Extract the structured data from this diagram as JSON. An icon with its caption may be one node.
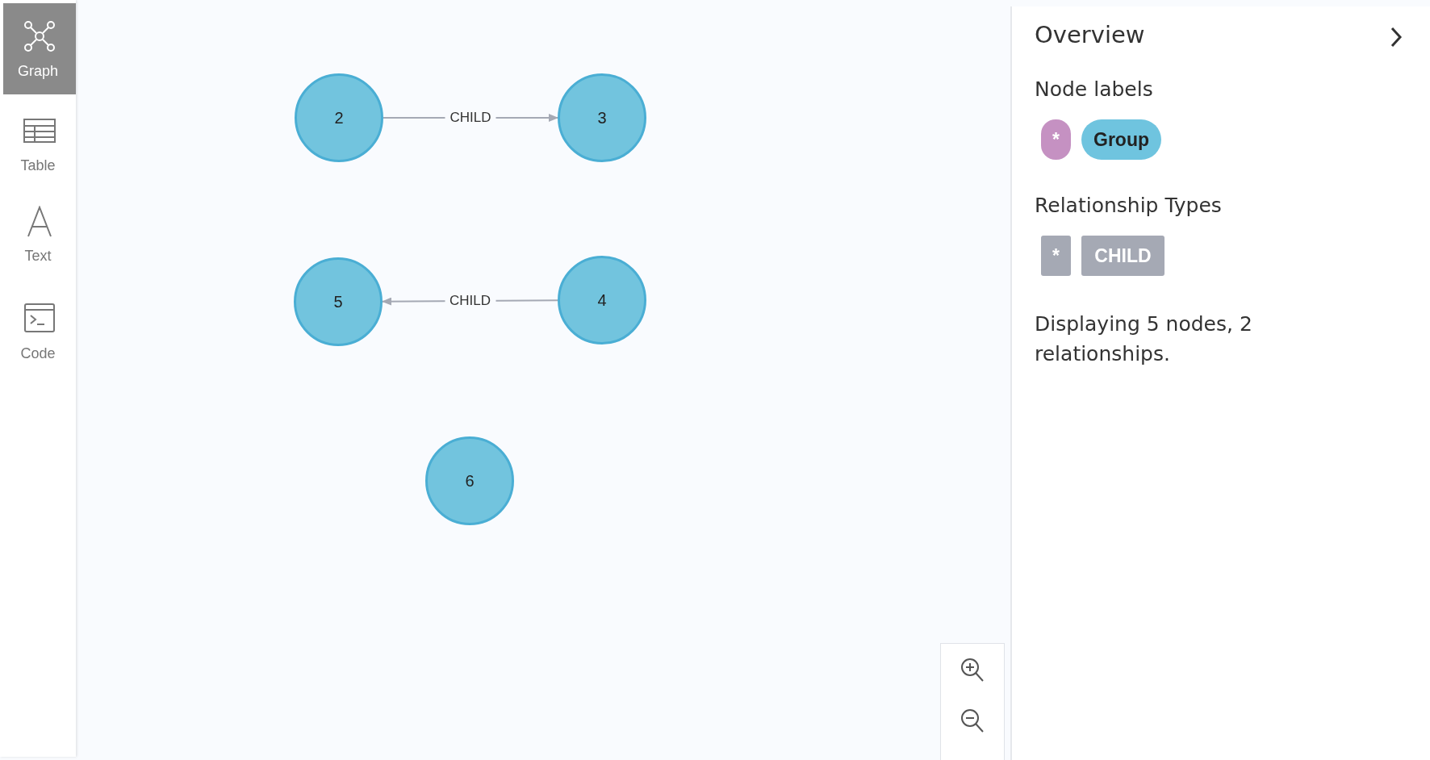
{
  "diagram": {
    "nodes": [
      {
        "text": [
          "2"
        ]
      },
      {
        "text": [
          "3"
        ]
      },
      {
        "text": [
          "5"
        ]
      },
      {
        "text": [
          "4"
        ]
      },
      {
        "text": [
          "6"
        ]
      }
    ],
    "edges": [
      {
        "from": 0,
        "to": 1,
        "arrow": "to",
        "label": "CHILD"
      },
      {
        "from": 3,
        "to": 2,
        "arrow": "to",
        "label": "CHILD"
      }
    ],
    "labels": [
      "Graph",
      "Table",
      "Text",
      "Code",
      "Overview",
      "Node labels",
      "Relationship Types",
      "Displaying 5 nodes, 2 relationships."
    ],
    "legend": [
      {
        "text": "*",
        "color": "#c591c2"
      },
      {
        "text": "Group",
        "color": "#6fc4df"
      },
      {
        "text": "*",
        "color": "#a5a9b4"
      },
      {
        "text": "CHILD",
        "color": "#a5a9b4"
      }
    ]
  }
}
